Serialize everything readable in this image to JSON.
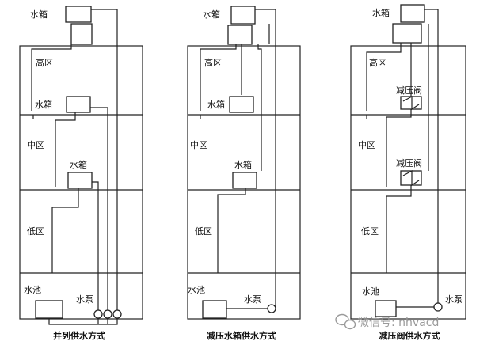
{
  "diagrams": [
    {
      "caption": "并列供水方式",
      "labels": {
        "tank_top": "水箱",
        "high_zone": "高区",
        "tank_high": "水箱",
        "mid_zone": "中区",
        "tank_mid": "水箱",
        "low_zone": "低区",
        "pool": "水池",
        "pump": "水泵"
      }
    },
    {
      "caption": "减压水箱供水方式",
      "labels": {
        "tank_top": "水箱",
        "high_zone": "高区",
        "tank_high": "水箱",
        "mid_zone": "中区",
        "tank_mid": "水箱",
        "low_zone": "低区",
        "pool": "水池",
        "pump": "水泵"
      }
    },
    {
      "caption": "减压阀供水方式",
      "labels": {
        "tank_top": "水箱",
        "high_zone": "高区",
        "valve_high": "减压阀",
        "mid_zone": "中区",
        "valve_mid": "减压阀",
        "low_zone": "低区",
        "pool": "水池",
        "pump": "水泵"
      }
    }
  ],
  "watermark": "微信号: nhvacd"
}
